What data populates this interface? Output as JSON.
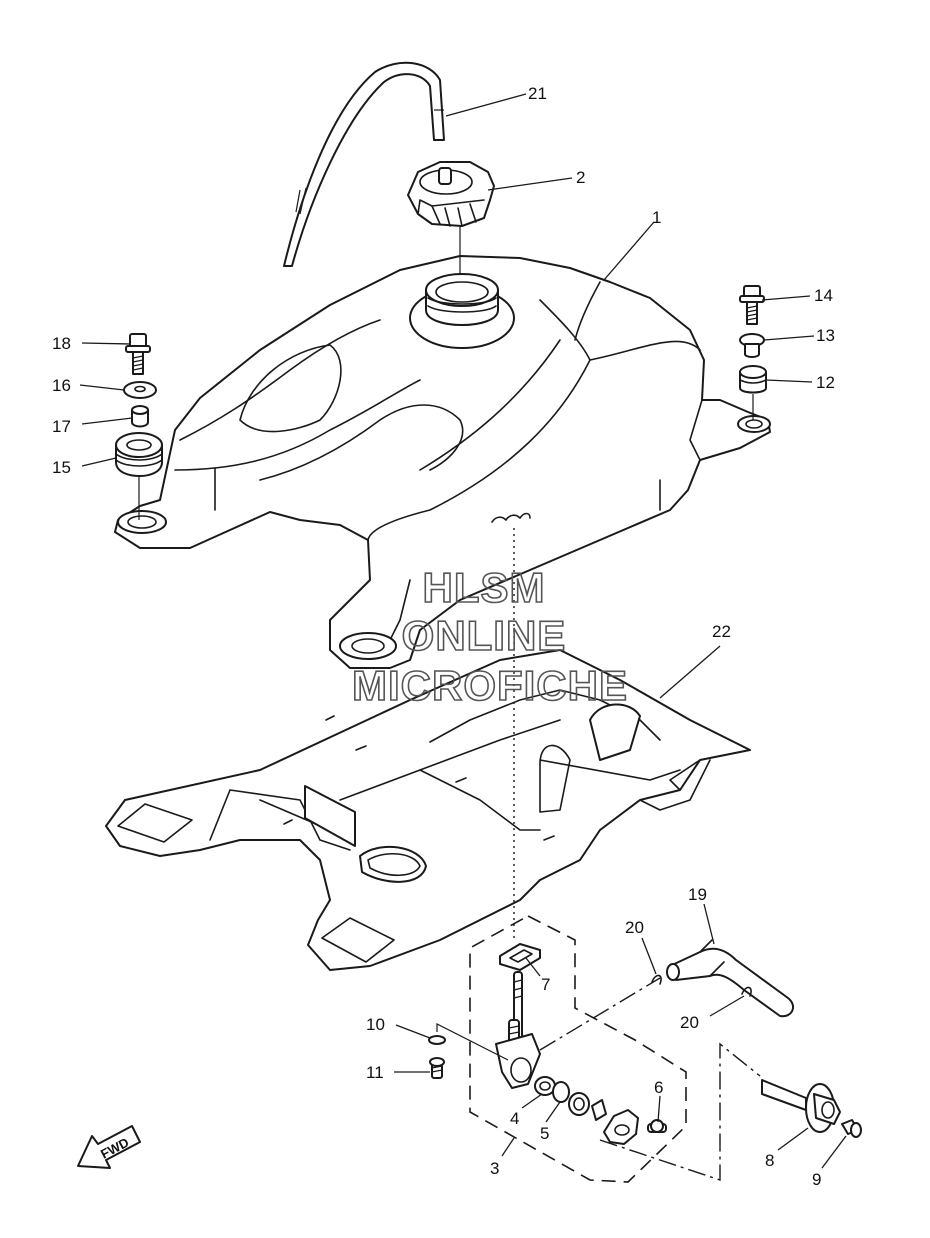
{
  "watermark": {
    "line1": "HLSM",
    "line2": "ONLINE",
    "line3": "MICROFICHE"
  },
  "fwd_label": "FWD",
  "callouts": [
    {
      "id": "c21",
      "label": "21"
    },
    {
      "id": "c2",
      "label": "2"
    },
    {
      "id": "c1",
      "label": "1"
    },
    {
      "id": "c14",
      "label": "14"
    },
    {
      "id": "c13",
      "label": "13"
    },
    {
      "id": "c12",
      "label": "12"
    },
    {
      "id": "c18",
      "label": "18"
    },
    {
      "id": "c16",
      "label": "16"
    },
    {
      "id": "c17",
      "label": "17"
    },
    {
      "id": "c15",
      "label": "15"
    },
    {
      "id": "c22",
      "label": "22"
    },
    {
      "id": "c19",
      "label": "19"
    },
    {
      "id": "c20a",
      "label": "20"
    },
    {
      "id": "c7",
      "label": "7"
    },
    {
      "id": "c20b",
      "label": "20"
    },
    {
      "id": "c10",
      "label": "10"
    },
    {
      "id": "c11",
      "label": "11"
    },
    {
      "id": "c6",
      "label": "6"
    },
    {
      "id": "c4",
      "label": "4"
    },
    {
      "id": "c5",
      "label": "5"
    },
    {
      "id": "c3",
      "label": "3"
    },
    {
      "id": "c8",
      "label": "8"
    },
    {
      "id": "c9",
      "label": "9"
    }
  ],
  "colors": {
    "line": "#1a1a1a",
    "background": "#ffffff",
    "watermark": "#555555"
  }
}
